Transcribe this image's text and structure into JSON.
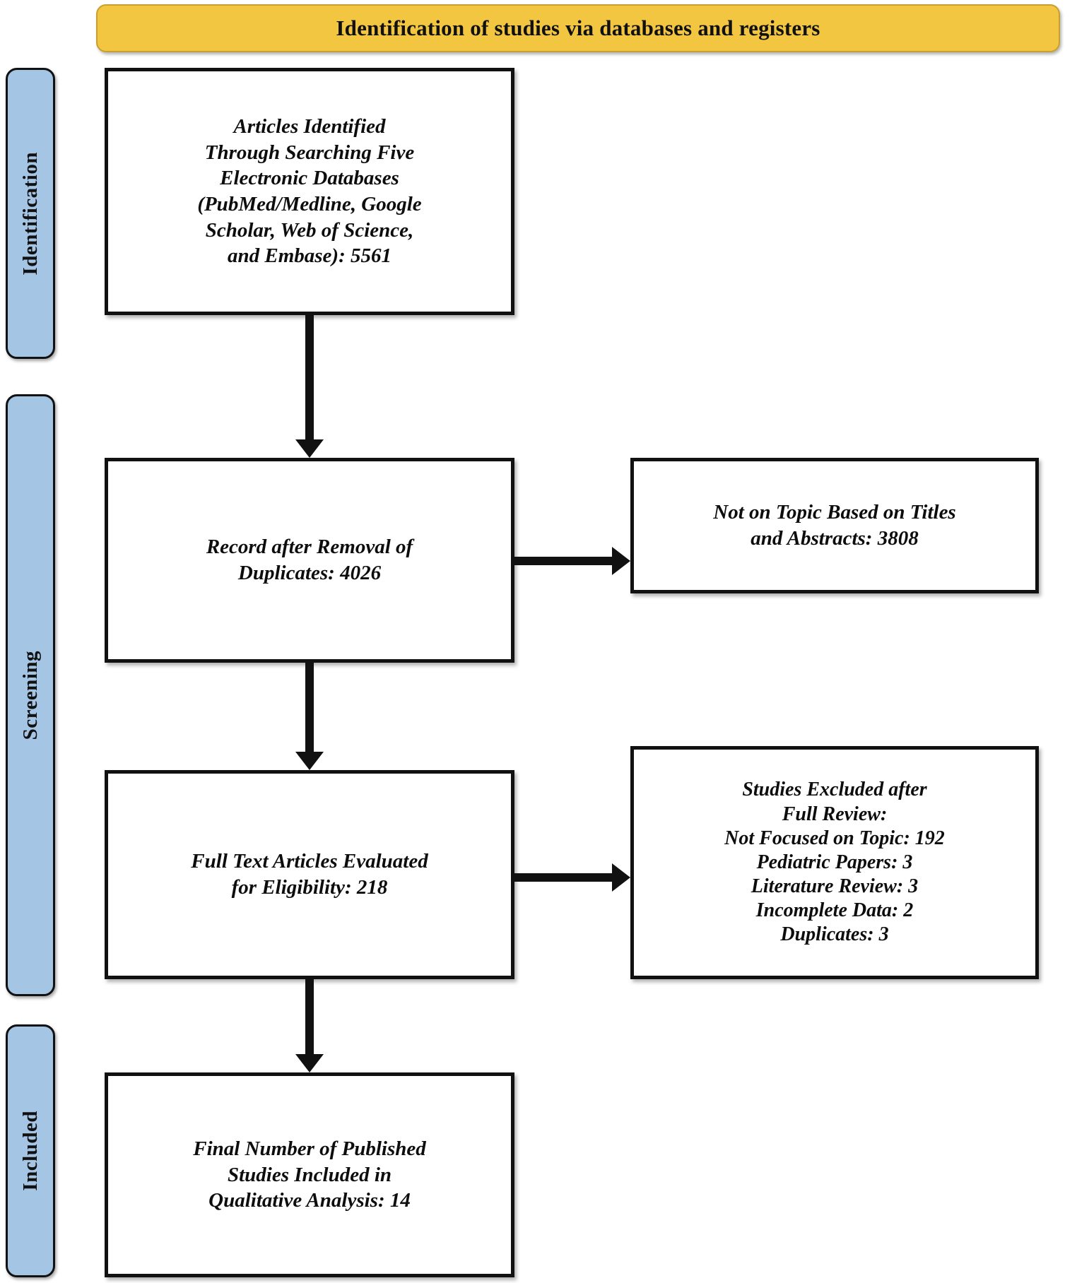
{
  "header": {
    "title": "Identification of studies via databases and registers"
  },
  "colors": {
    "banner_background": "#F2C641",
    "banner_border": "#C9A02F",
    "phase_background": "#A5C5E5",
    "box_border": "#111111",
    "box_background": "#FFFFFF",
    "text": "#0D0D0D"
  },
  "phases": [
    {
      "id": "identification",
      "label": "Identification"
    },
    {
      "id": "screening",
      "label": "Screening"
    },
    {
      "id": "included",
      "label": "Included"
    }
  ],
  "boxes": {
    "identified": {
      "text": "Articles Identified\nThrough Searching Five\nElectronic Databases\n(PubMed/Medline, Google\nScholar, Web of Science,\nand Embase): 5561",
      "count": 5561
    },
    "deduplicated": {
      "text": "Record after Removal of\nDuplicates: 4026",
      "count": 4026
    },
    "not_on_topic": {
      "text": "Not on Topic Based on Titles\nand Abstracts: 3808",
      "count": 3808
    },
    "fulltext": {
      "text": "Full Text Articles Evaluated\nfor Eligibility: 218",
      "count": 218
    },
    "excluded": {
      "text": "Studies Excluded after\nFull Review:\nNot Focused on Topic: 192\nPediatric Papers: 3\nLiterature Review: 3\nIncomplete Data: 2\nDuplicates: 3",
      "reasons": [
        {
          "label": "Not Focused on Topic",
          "count": 192
        },
        {
          "label": "Pediatric Papers",
          "count": 3
        },
        {
          "label": "Literature Review",
          "count": 3
        },
        {
          "label": "Incomplete Data",
          "count": 2
        },
        {
          "label": "Duplicates",
          "count": 3
        }
      ]
    },
    "final": {
      "text": "Final Number of Published\nStudies Included in\nQualitative Analysis: 14",
      "count": 14
    }
  },
  "arrows": [
    {
      "id": "identified-to-deduplicated",
      "direction": "down"
    },
    {
      "id": "deduplicated-to-fulltext",
      "direction": "down"
    },
    {
      "id": "fulltext-to-final",
      "direction": "down"
    },
    {
      "id": "deduplicated-to-not-on-topic",
      "direction": "right"
    },
    {
      "id": "fulltext-to-excluded",
      "direction": "right"
    }
  ]
}
